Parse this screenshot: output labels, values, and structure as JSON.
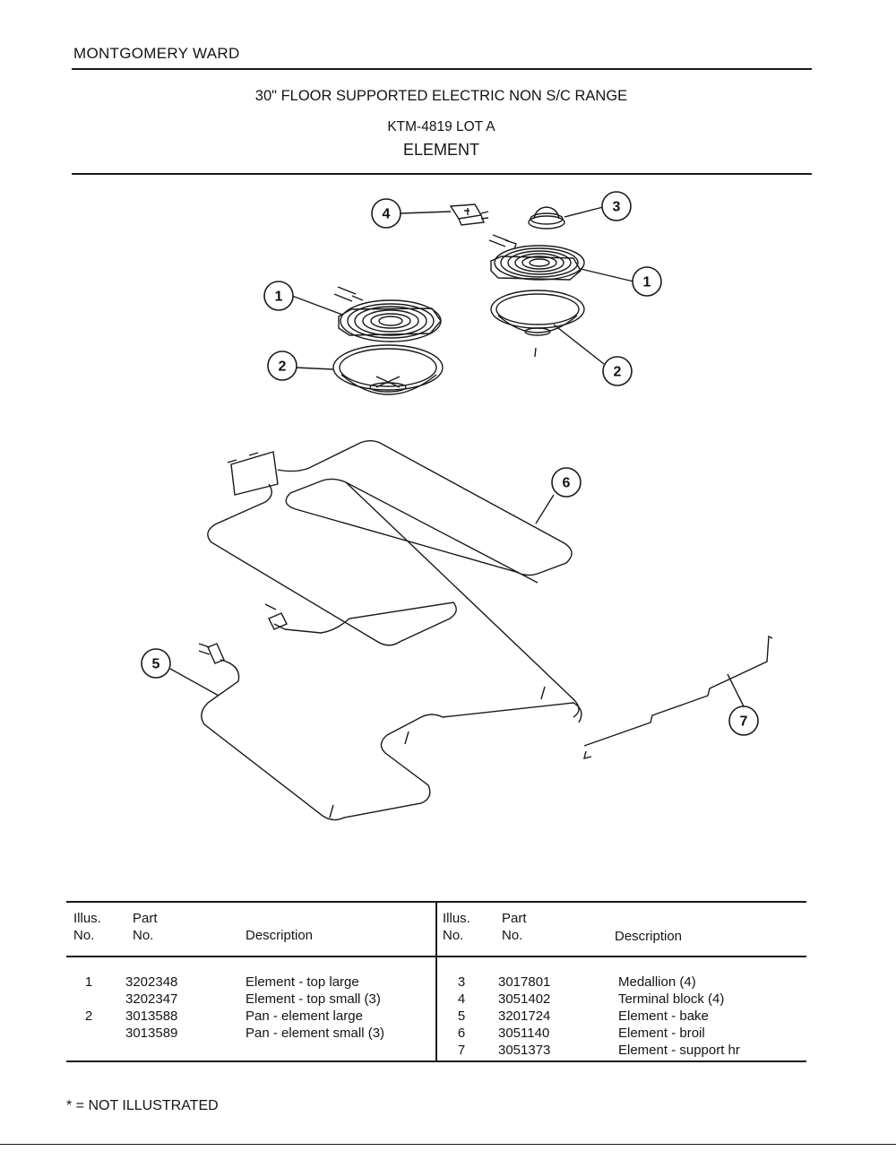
{
  "header": {
    "brand": "MONTGOMERY WARD",
    "title": "30\" FLOOR SUPPORTED ELECTRIC NON S/C RANGE",
    "model": "KTM-4819 LOT A",
    "section": "ELEMENT"
  },
  "callouts": [
    "1",
    "1",
    "2",
    "2",
    "3",
    "4",
    "5",
    "6",
    "7"
  ],
  "table": {
    "headers": {
      "illus_line1": "Illus.",
      "illus_line2": "No.",
      "part_line1": "Part",
      "part_line2": "No.",
      "description": "Description"
    },
    "left_rows": [
      {
        "illus": "1",
        "part": "3202348",
        "description": "Element - top large"
      },
      {
        "illus": "",
        "part": "3202347",
        "description": "Element - top small (3)"
      },
      {
        "illus": "2",
        "part": "3013588",
        "description": "Pan - element large"
      },
      {
        "illus": "",
        "part": "3013589",
        "description": "Pan - element small (3)"
      }
    ],
    "right_rows": [
      {
        "illus": "3",
        "part": "3017801",
        "description": "Medallion (4)"
      },
      {
        "illus": "4",
        "part": "3051402",
        "description": "Terminal block (4)"
      },
      {
        "illus": "5",
        "part": "3201724",
        "description": "Element - bake"
      },
      {
        "illus": "6",
        "part": "3051140",
        "description": "Element - broil"
      },
      {
        "illus": "7",
        "part": "3051373",
        "description": "Element - support hr"
      }
    ]
  },
  "footnote": "* = NOT ILLUSTRATED"
}
